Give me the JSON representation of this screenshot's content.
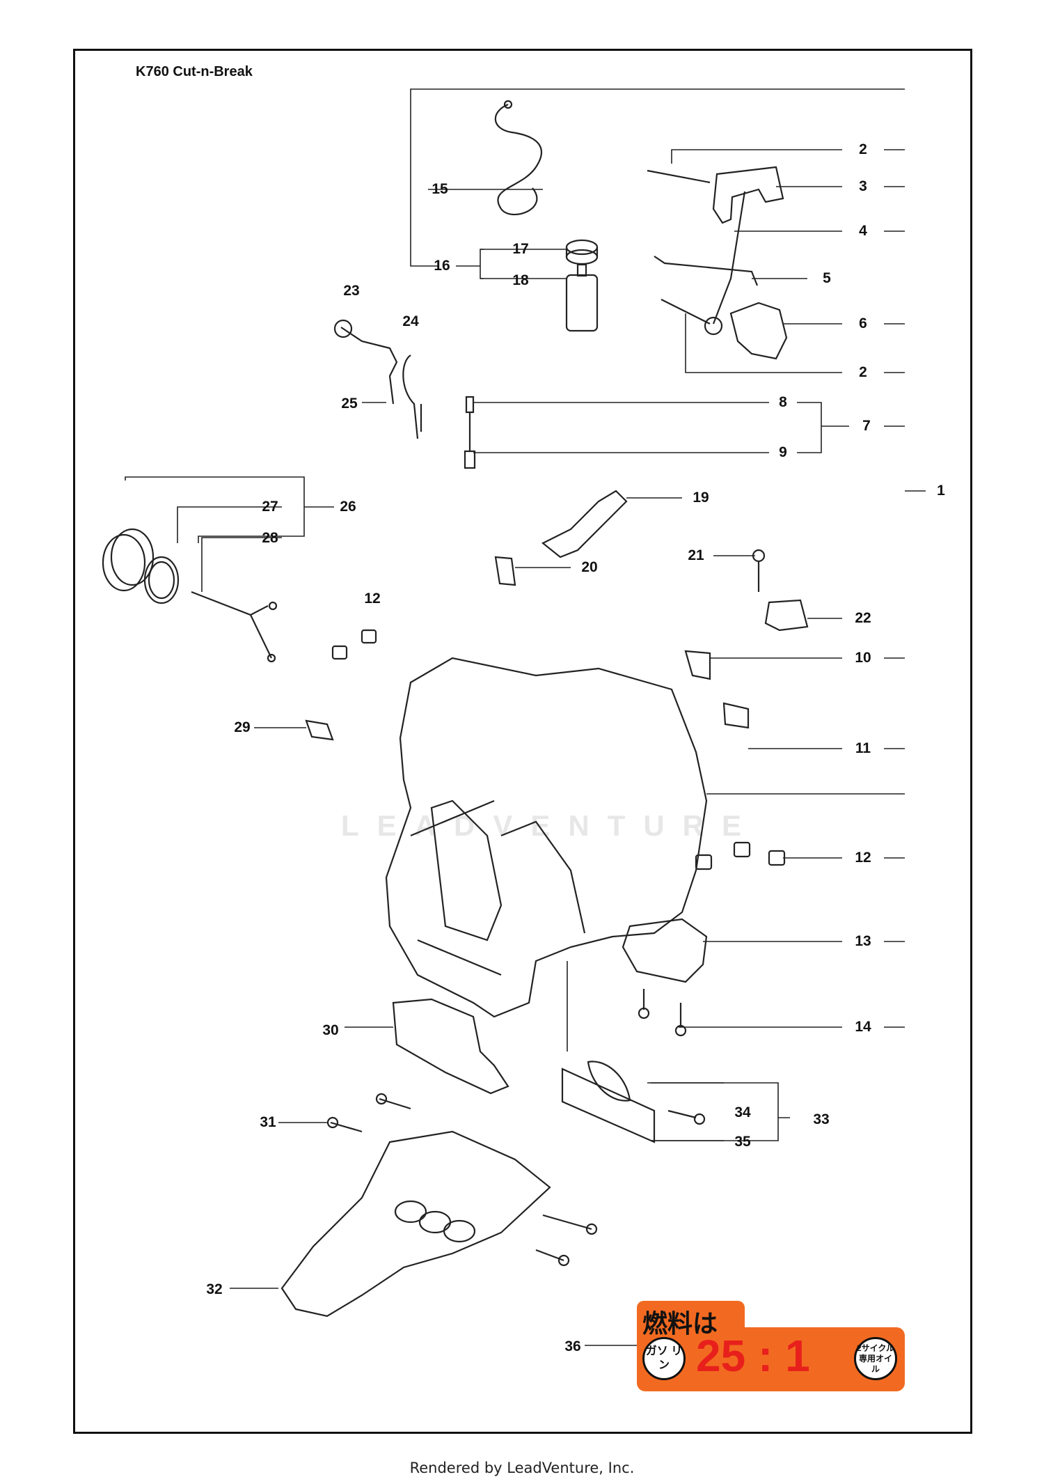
{
  "title": "K760 Cut-n-Break",
  "footer": "Rendered by LeadVenture, Inc.",
  "watermark": "LEADVENTURE",
  "sticker": {
    "heading": "燃料は",
    "left_circle": "ガソ リン",
    "ratio": "25 : 1",
    "right_circle": "2サイクル 専用オイル"
  },
  "callouts": [
    {
      "id": "1",
      "label": "1"
    },
    {
      "id": "2a",
      "label": "2"
    },
    {
      "id": "3",
      "label": "3"
    },
    {
      "id": "4",
      "label": "4"
    },
    {
      "id": "5",
      "label": "5"
    },
    {
      "id": "6",
      "label": "6"
    },
    {
      "id": "2b",
      "label": "2"
    },
    {
      "id": "7",
      "label": "7"
    },
    {
      "id": "8",
      "label": "8"
    },
    {
      "id": "9",
      "label": "9"
    },
    {
      "id": "10",
      "label": "10"
    },
    {
      "id": "11",
      "label": "11"
    },
    {
      "id": "12a",
      "label": "12"
    },
    {
      "id": "12b",
      "label": "12"
    },
    {
      "id": "13",
      "label": "13"
    },
    {
      "id": "14",
      "label": "14"
    },
    {
      "id": "15",
      "label": "15"
    },
    {
      "id": "16",
      "label": "16"
    },
    {
      "id": "17",
      "label": "17"
    },
    {
      "id": "18",
      "label": "18"
    },
    {
      "id": "19",
      "label": "19"
    },
    {
      "id": "20",
      "label": "20"
    },
    {
      "id": "21",
      "label": "21"
    },
    {
      "id": "22",
      "label": "22"
    },
    {
      "id": "23",
      "label": "23"
    },
    {
      "id": "24",
      "label": "24"
    },
    {
      "id": "25",
      "label": "25"
    },
    {
      "id": "26",
      "label": "26"
    },
    {
      "id": "27",
      "label": "27"
    },
    {
      "id": "28",
      "label": "28"
    },
    {
      "id": "29",
      "label": "29"
    },
    {
      "id": "30",
      "label": "30"
    },
    {
      "id": "31",
      "label": "31"
    },
    {
      "id": "32",
      "label": "32"
    },
    {
      "id": "33",
      "label": "33"
    },
    {
      "id": "34",
      "label": "34"
    },
    {
      "id": "35",
      "label": "35"
    },
    {
      "id": "36",
      "label": "36"
    }
  ]
}
